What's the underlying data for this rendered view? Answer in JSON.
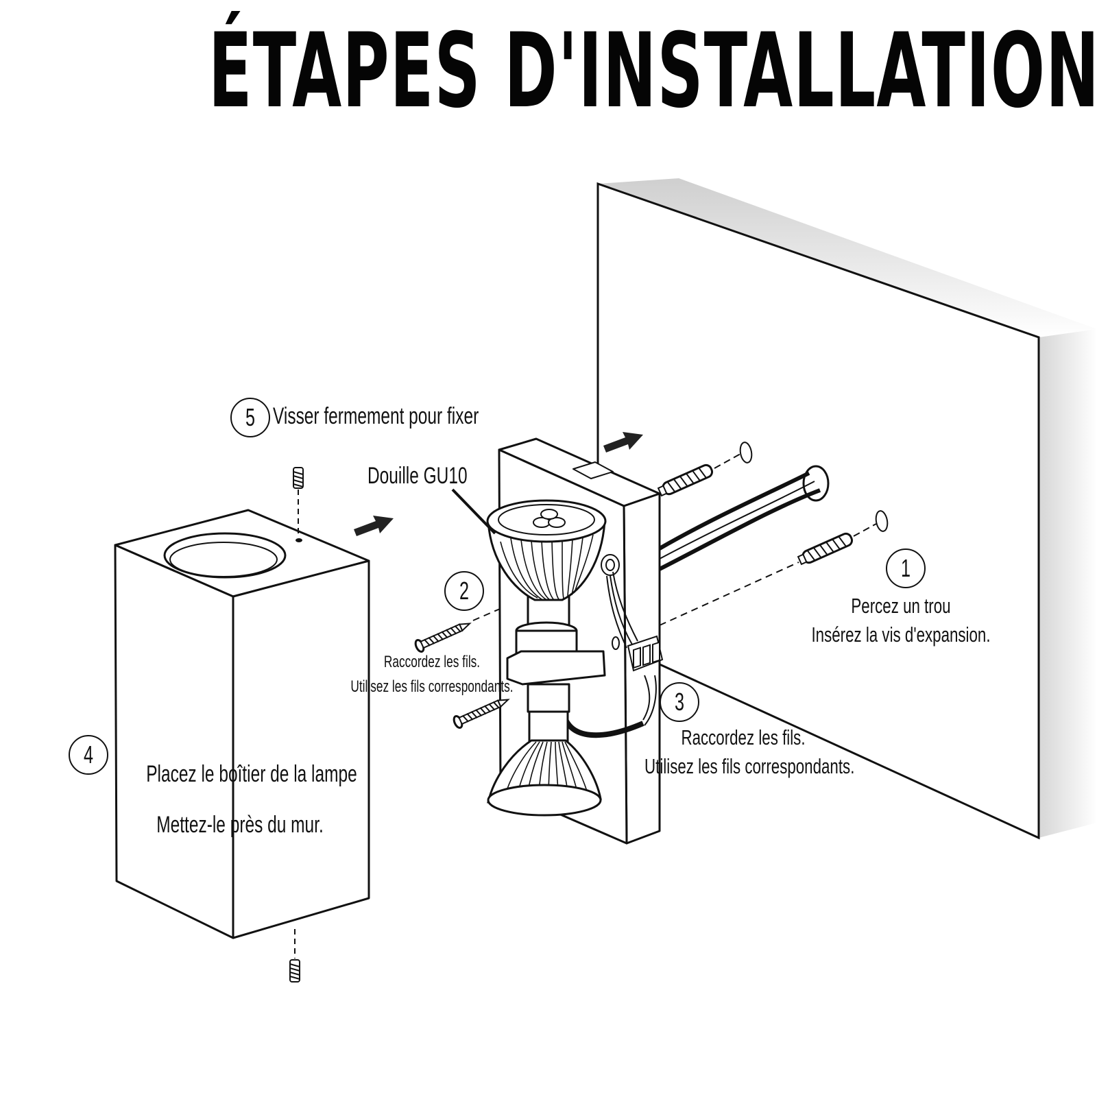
{
  "title": "ÉTAPES D'INSTALLATION",
  "steps": [
    {
      "number": "1",
      "lines": [
        "Percez un trou",
        "Insérez la vis d'expansion."
      ]
    },
    {
      "number": "2",
      "lines": [
        "Raccordez les fils.",
        "Utilisez les fils correspondants."
      ]
    },
    {
      "number": "3",
      "lines": [
        "Raccordez les fils.",
        "Utilisez les fils correspondants."
      ]
    },
    {
      "number": "4",
      "lines": [
        "Placez le boîtier de la lampe",
        "Mettez-le près du mur."
      ]
    },
    {
      "number": "5",
      "lines": [
        "Visser fermement pour fixer"
      ]
    }
  ],
  "socket_label": "Douille GU10"
}
